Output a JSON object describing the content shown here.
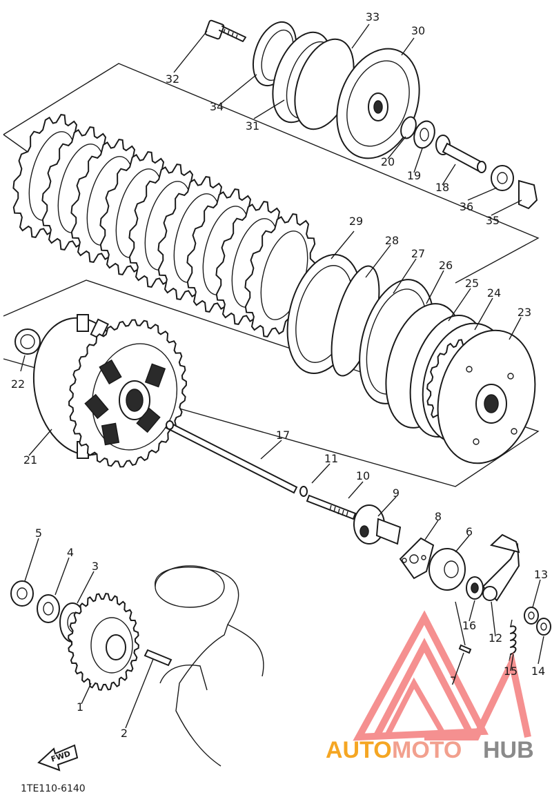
{
  "diagram": {
    "code": "1TE110-6140",
    "direction_label": "FWD",
    "watermark": {
      "part1": "AUTO",
      "part2": "MOTO",
      "part3": "HUB"
    },
    "callouts": {
      "c1": "1",
      "c2": "2",
      "c3": "3",
      "c4": "4",
      "c5": "5",
      "c6": "6",
      "c7": "7",
      "c8": "8",
      "c9": "9",
      "c10": "10",
      "c11": "11",
      "c12": "12",
      "c13": "13",
      "c14": "14",
      "c15": "15",
      "c16": "16",
      "c17": "17",
      "c18": "18",
      "c19": "19",
      "c20": "20",
      "c21": "21",
      "c22": "22",
      "c23": "23",
      "c24": "24",
      "c25": "25",
      "c26": "26",
      "c27": "27",
      "c28": "28",
      "c29": "29",
      "c30": "30",
      "c31": "31",
      "c32": "32",
      "c33": "33",
      "c34": "34",
      "c35": "35",
      "c36": "36"
    }
  },
  "colors": {
    "line": "#1a1a1a",
    "watermark_triangle": "#f26b6b",
    "watermark_auto": "#f5a623",
    "watermark_moto": "#f2a08e",
    "watermark_hub": "#8a8a8a"
  }
}
